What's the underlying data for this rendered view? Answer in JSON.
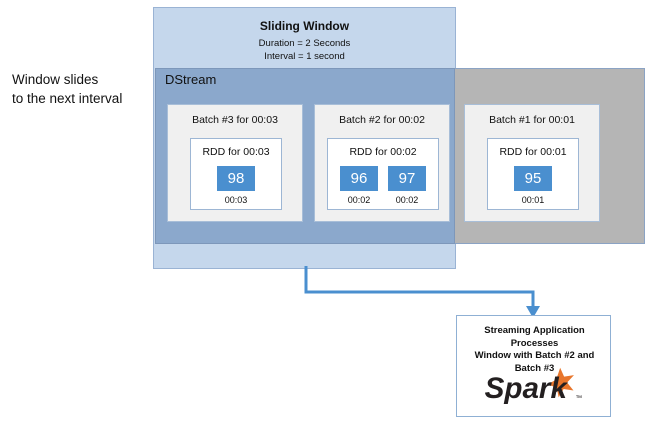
{
  "caption": {
    "text": "Window slides\nto the next interval"
  },
  "sliding_window": {
    "title": "Sliding Window",
    "duration": "Duration = 2 Seconds",
    "interval": "Interval = 1 second"
  },
  "dstream": {
    "label": "DStream"
  },
  "batches": [
    {
      "id": "batch3",
      "title": "Batch #3 for 00:03",
      "rdd": {
        "title": "RDD for 00:03",
        "chips": [
          {
            "value": "98",
            "timestamp": "00:03"
          }
        ]
      }
    },
    {
      "id": "batch2",
      "title": "Batch #2 for 00:02",
      "rdd": {
        "title": "RDD for 00:02",
        "chips": [
          {
            "value": "96",
            "timestamp": "00:02"
          },
          {
            "value": "97",
            "timestamp": "00:02"
          }
        ]
      }
    },
    {
      "id": "batch1",
      "title": "Batch #1 for 00:01",
      "rdd": {
        "title": "RDD for 00:01",
        "chips": [
          {
            "value": "95",
            "timestamp": "00:01"
          }
        ]
      }
    }
  ],
  "app_box": {
    "line1": "Streaming Application",
    "line2": "Processes",
    "line3": "Window with Batch #2 and",
    "line4": "Batch #3",
    "logo_text": "Spark",
    "logo_tm": "™"
  },
  "colors": {
    "window_fill": "#c5d7ec",
    "window_border": "#9ab3d4",
    "dstream_blue": "#8ba8cc",
    "dstream_gray": "#b5b5b5",
    "batch_fill": "#f0f0f0",
    "chip_blue": "#4a8fcf",
    "arrow_blue": "#4a8fcf",
    "spark_orange": "#e8762c",
    "spark_text": "#231f20"
  }
}
